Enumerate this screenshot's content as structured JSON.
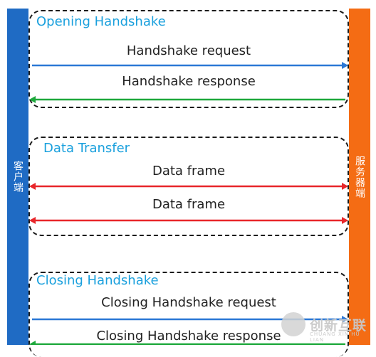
{
  "participants": {
    "client": "客户端",
    "server": "服务器端"
  },
  "sections": {
    "opening": {
      "title": "Opening Handshake",
      "messages": [
        {
          "label": "Handshake request",
          "direction": "client-to-server",
          "color": "#2b78d6"
        },
        {
          "label": "Handshake response",
          "direction": "server-to-client",
          "color": "#1ea83c"
        }
      ]
    },
    "data": {
      "title": "Data Transfer",
      "messages": [
        {
          "label": "Data frame",
          "direction": "bidirectional",
          "color": "#e8262a"
        },
        {
          "label": "Data frame",
          "direction": "bidirectional",
          "color": "#e8262a"
        }
      ]
    },
    "closing": {
      "title": "Closing Handshake",
      "messages": [
        {
          "label": "Closing Handshake request",
          "direction": "client-to-server",
          "color": "#2b78d6"
        },
        {
          "label": "Closing Handshake response",
          "direction": "server-to-client",
          "color": "#1ea83c"
        }
      ]
    }
  },
  "watermark": {
    "text": "创新互联",
    "subtext": "CHUANG XIN HU LIAN"
  },
  "colors": {
    "client_bar": "#1f6bc4",
    "server_bar": "#f46c14",
    "section_title": "#1aa0dd"
  }
}
